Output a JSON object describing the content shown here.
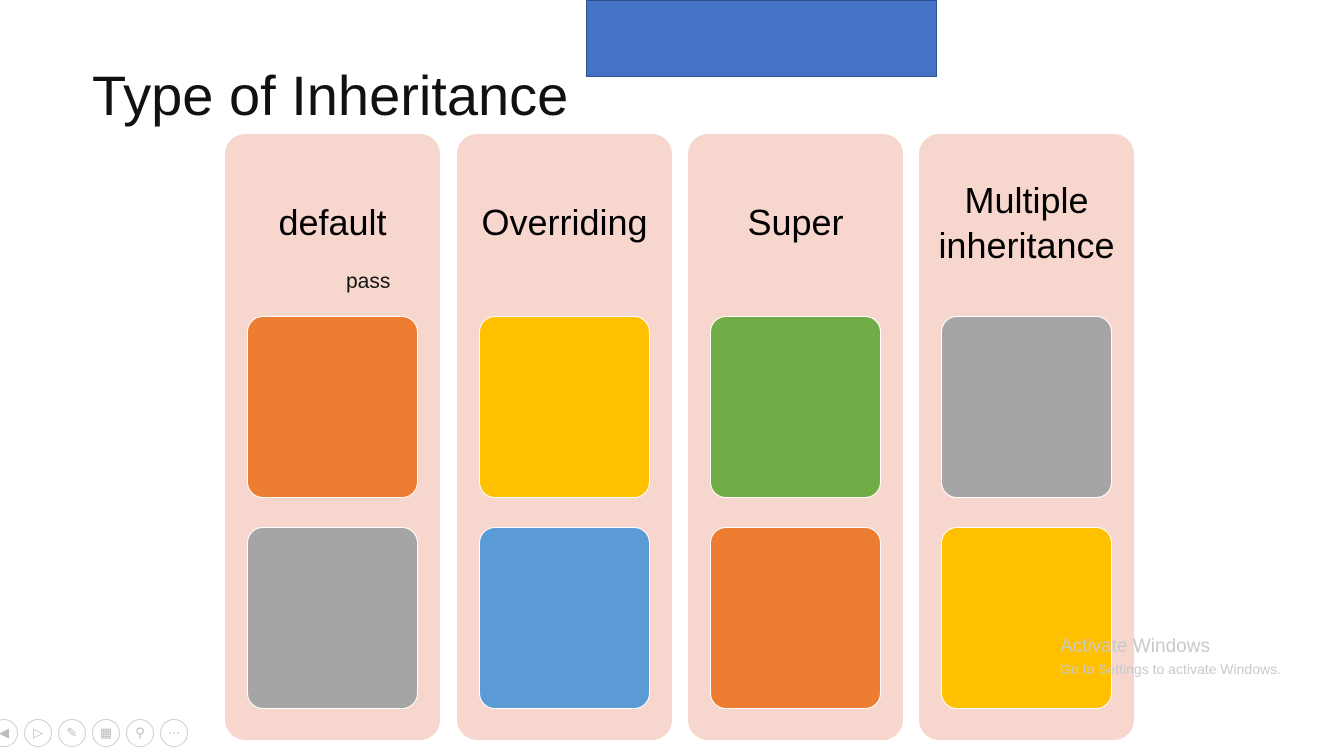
{
  "slide": {
    "title": "Type of Inheritance",
    "accent_rect_color": "#4472c4",
    "columns": [
      {
        "heading": "default",
        "note": "pass",
        "tiles": [
          "#ed7d31",
          "#a5a5a5"
        ]
      },
      {
        "heading": "Overriding",
        "tiles": [
          "#ffc000",
          "#5b9bd5"
        ]
      },
      {
        "heading": "Super",
        "tiles": [
          "#70ad47",
          "#ed7d31"
        ]
      },
      {
        "heading_line1": "Multiple",
        "heading_line2": "inheritance",
        "tiles": [
          "#a5a5a5",
          "#ffc000"
        ]
      }
    ],
    "column_bg": "#f7d6cd"
  },
  "watermark": {
    "line1": "Activate Windows",
    "line2": "Go to Settings to activate Windows."
  },
  "toolbar": {
    "icons": [
      "previous-slide-icon",
      "next-slide-icon",
      "pen-icon",
      "slides-grid-icon",
      "zoom-icon",
      "more-options-icon"
    ]
  }
}
